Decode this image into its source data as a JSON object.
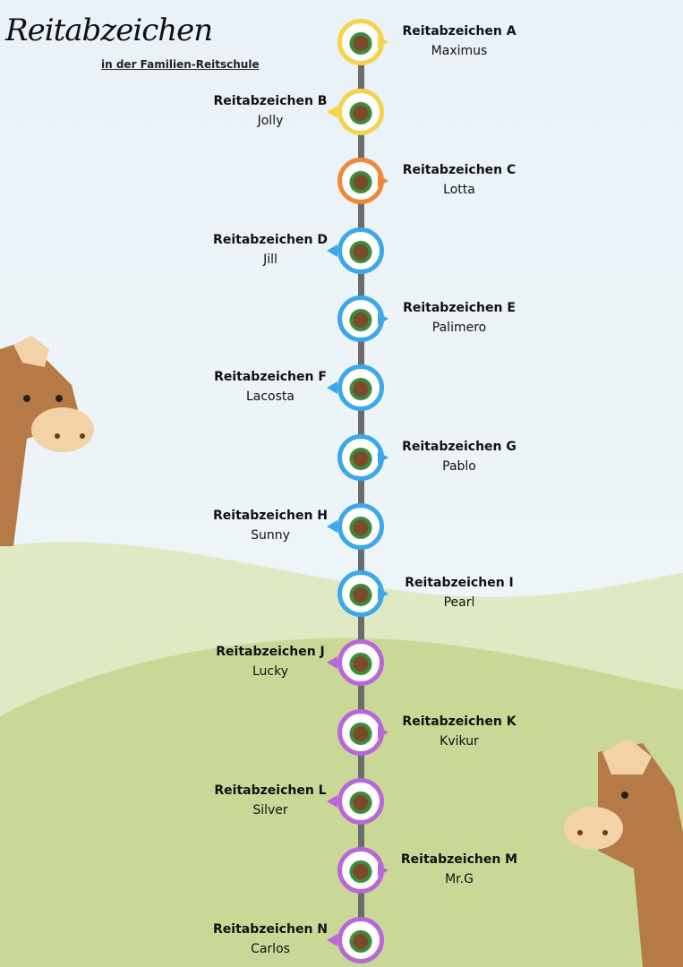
{
  "header": {
    "title": "Reitabzeichen",
    "subtitle": "in der Familien-Reitschule"
  },
  "colors": {
    "yellow": "#f5d34e",
    "orange": "#f0883a",
    "blue": "#3ba7ec",
    "purple": "#b967d8"
  },
  "badges": [
    {
      "label": "Reitabzeichen A",
      "name": "Maximus",
      "side": "right",
      "color": "yellow"
    },
    {
      "label": "Reitabzeichen B",
      "name": "Jolly",
      "side": "left",
      "color": "yellow"
    },
    {
      "label": "Reitabzeichen C",
      "name": "Lotta",
      "side": "right",
      "color": "orange"
    },
    {
      "label": "Reitabzeichen D",
      "name": "Jill",
      "side": "left",
      "color": "blue"
    },
    {
      "label": "Reitabzeichen E",
      "name": "Palimero",
      "side": "right",
      "color": "blue"
    },
    {
      "label": "Reitabzeichen F",
      "name": "Lacosta",
      "side": "left",
      "color": "blue"
    },
    {
      "label": "Reitabzeichen G",
      "name": "Pablo",
      "side": "right",
      "color": "blue"
    },
    {
      "label": "Reitabzeichen H",
      "name": "Sunny",
      "side": "left",
      "color": "blue"
    },
    {
      "label": "Reitabzeichen I",
      "name": "Pearl",
      "side": "right",
      "color": "blue"
    },
    {
      "label": "Reitabzeichen J",
      "name": "Lucky",
      "side": "left",
      "color": "purple"
    },
    {
      "label": "Reitabzeichen K",
      "name": "Kvikur",
      "side": "right",
      "color": "purple"
    },
    {
      "label": "Reitabzeichen L",
      "name": "Silver",
      "side": "left",
      "color": "purple"
    },
    {
      "label": "Reitabzeichen M",
      "name": "Mr.G",
      "side": "right",
      "color": "purple"
    },
    {
      "label": "Reitabzeichen N",
      "name": "Carlos",
      "side": "left",
      "color": "purple"
    }
  ]
}
